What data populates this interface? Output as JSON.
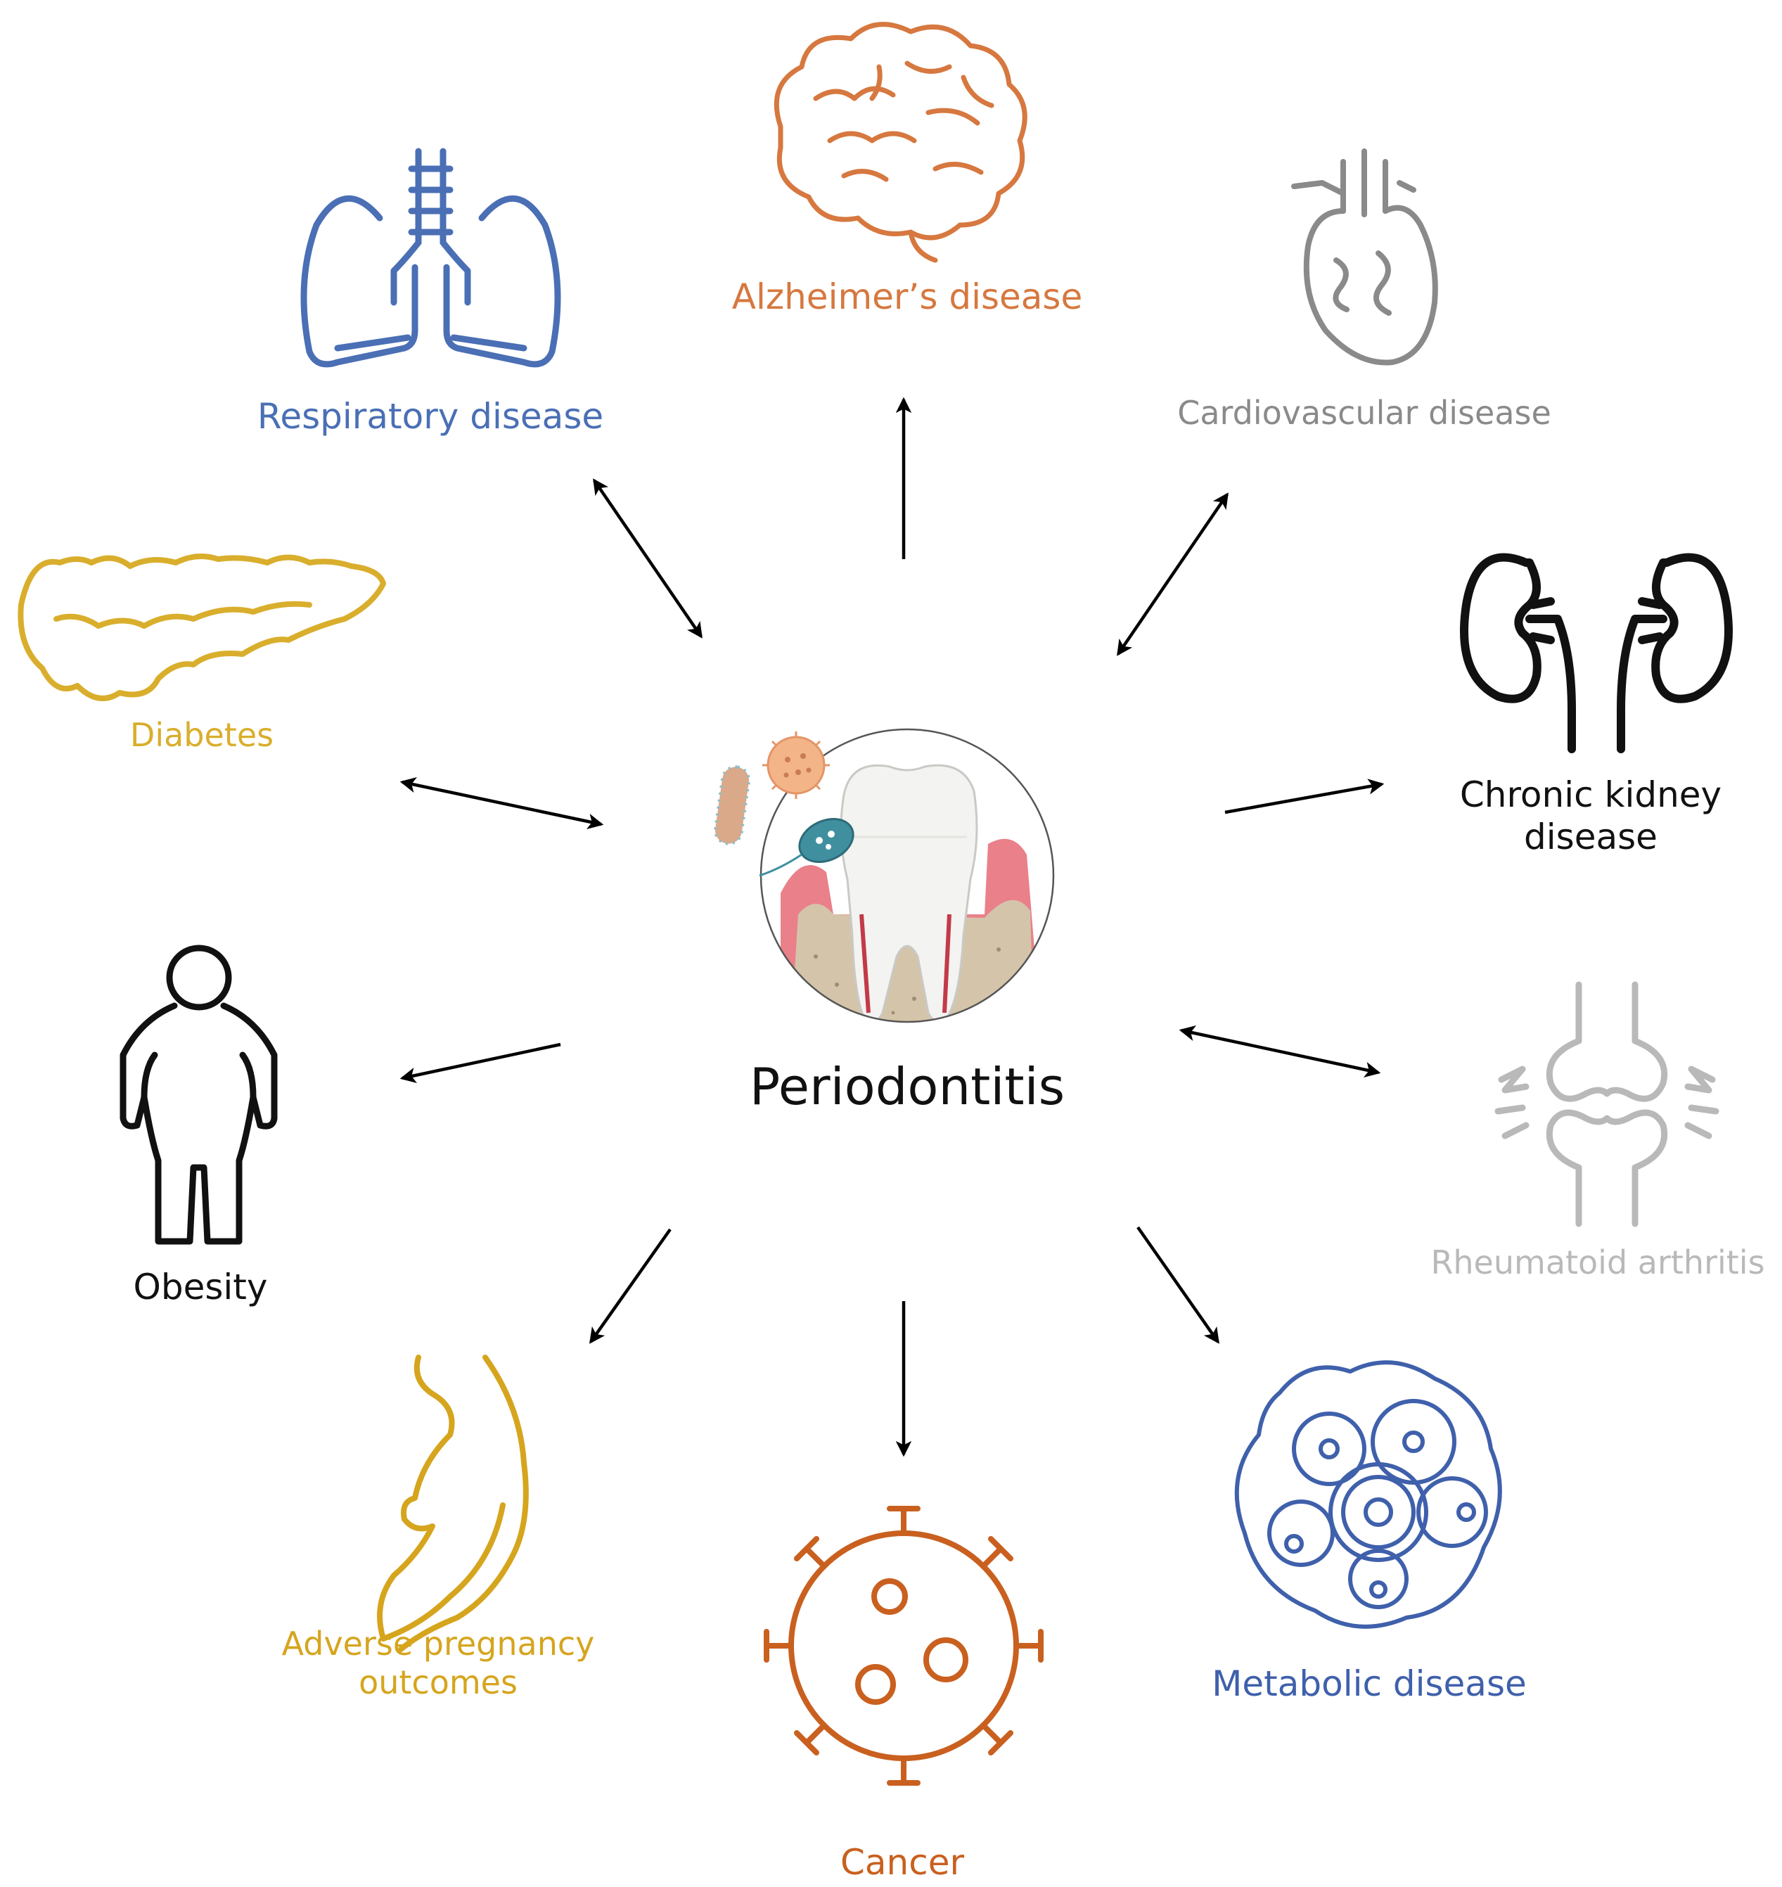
{
  "center": {
    "label": "Periodontitis"
  },
  "conditions": {
    "respiratory": {
      "label": "Respiratory disease",
      "color": "#4a6fb5",
      "icon": "lungs-icon",
      "relation": "bidirectional"
    },
    "alzheimers": {
      "label": "Alzheimer’s disease",
      "color": "#d6783f",
      "icon": "brain-icon",
      "relation": "outgoing"
    },
    "cardiovascular": {
      "label": "Cardiovascular disease",
      "color": "#8a8a8a",
      "icon": "heart-icon",
      "relation": "bidirectional"
    },
    "kidney": {
      "label_line1": "Chronic kidney",
      "label_line2": "disease",
      "color": "#111111",
      "icon": "kidneys-icon",
      "relation": "outgoing"
    },
    "rheumatoid": {
      "label": "Rheumatoid arthritis",
      "color": "#b9b9b9",
      "icon": "joint-icon",
      "relation": "bidirectional"
    },
    "metabolic": {
      "label": "Metabolic disease",
      "color": "#3f60ab",
      "icon": "cells-icon",
      "relation": "outgoing"
    },
    "cancer": {
      "label": "Cancer",
      "color": "#c9601f",
      "icon": "virus-cell-icon",
      "relation": "outgoing"
    },
    "pregnancy": {
      "label_line1": "Adverse pregnancy",
      "label_line2": "outcomes",
      "color": "#d6a51e",
      "icon": "pregnancy-icon",
      "relation": "outgoing"
    },
    "obesity": {
      "label": "Obesity",
      "color": "#111111",
      "icon": "person-icon",
      "relation": "outgoing"
    },
    "diabetes": {
      "label": "Diabetes",
      "color": "#d9ae2c",
      "icon": "pancreas-icon",
      "relation": "bidirectional"
    }
  }
}
